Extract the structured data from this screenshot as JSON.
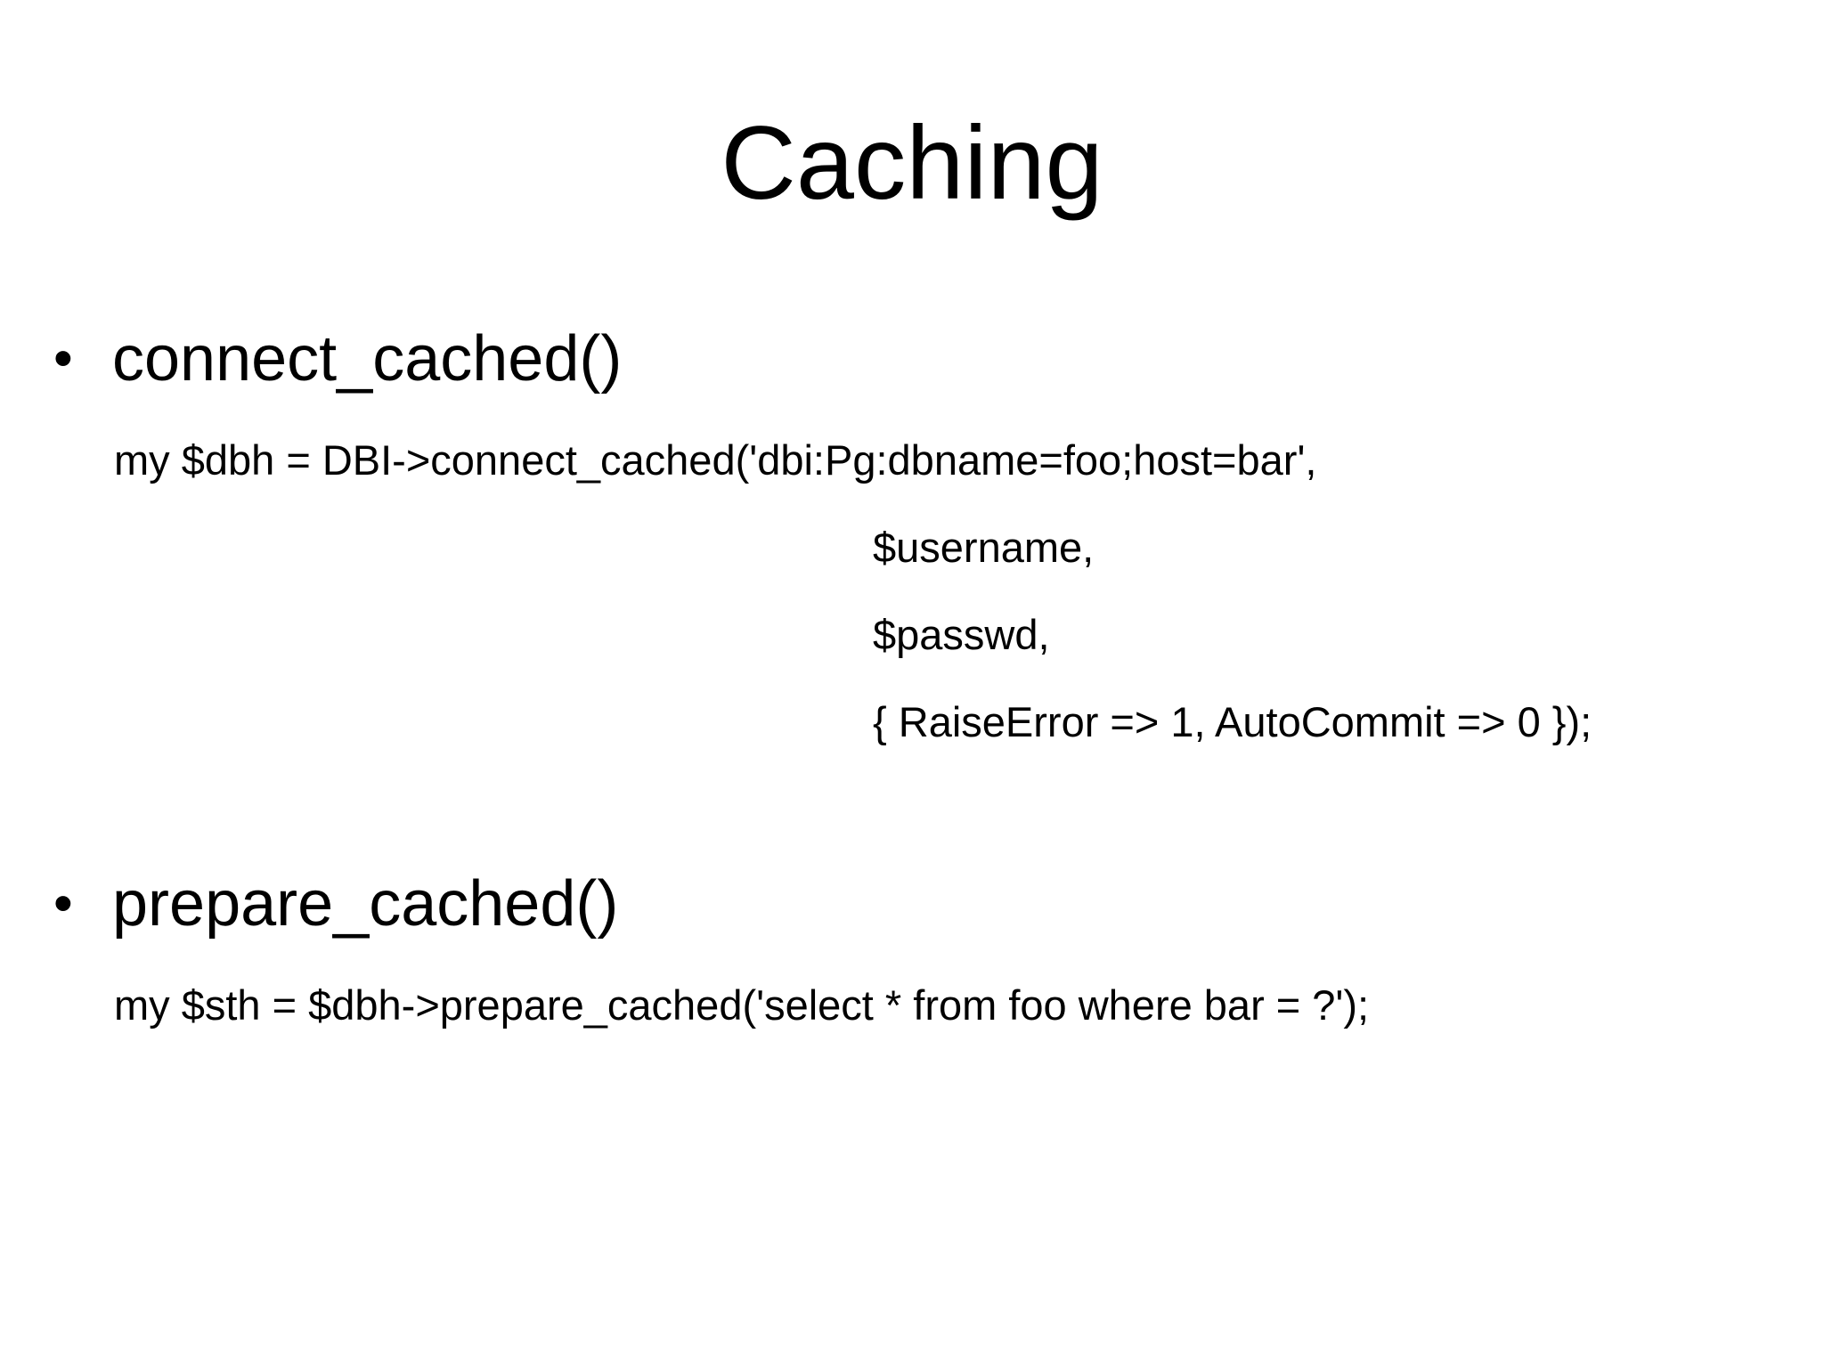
{
  "slide": {
    "title": "Caching",
    "bullet_glyph": "•",
    "sections": [
      {
        "heading": "connect_cached()",
        "code_lines": [
          {
            "text": "my $dbh = DBI->connect_cached('dbi:Pg:dbname=foo;host=bar',",
            "indent": false
          },
          {
            "text": "$username,",
            "indent": true
          },
          {
            "text": "$passwd,",
            "indent": true
          },
          {
            "text": "{ RaiseError => 1, AutoCommit => 0 });",
            "indent": true
          }
        ]
      },
      {
        "heading": "prepare_cached()",
        "code_lines": [
          {
            "text": "my $sth = $dbh->prepare_cached('select * from foo where bar = ?');",
            "indent": false
          }
        ]
      }
    ]
  },
  "colors": {
    "background": "#ffffff",
    "text": "#000000"
  }
}
